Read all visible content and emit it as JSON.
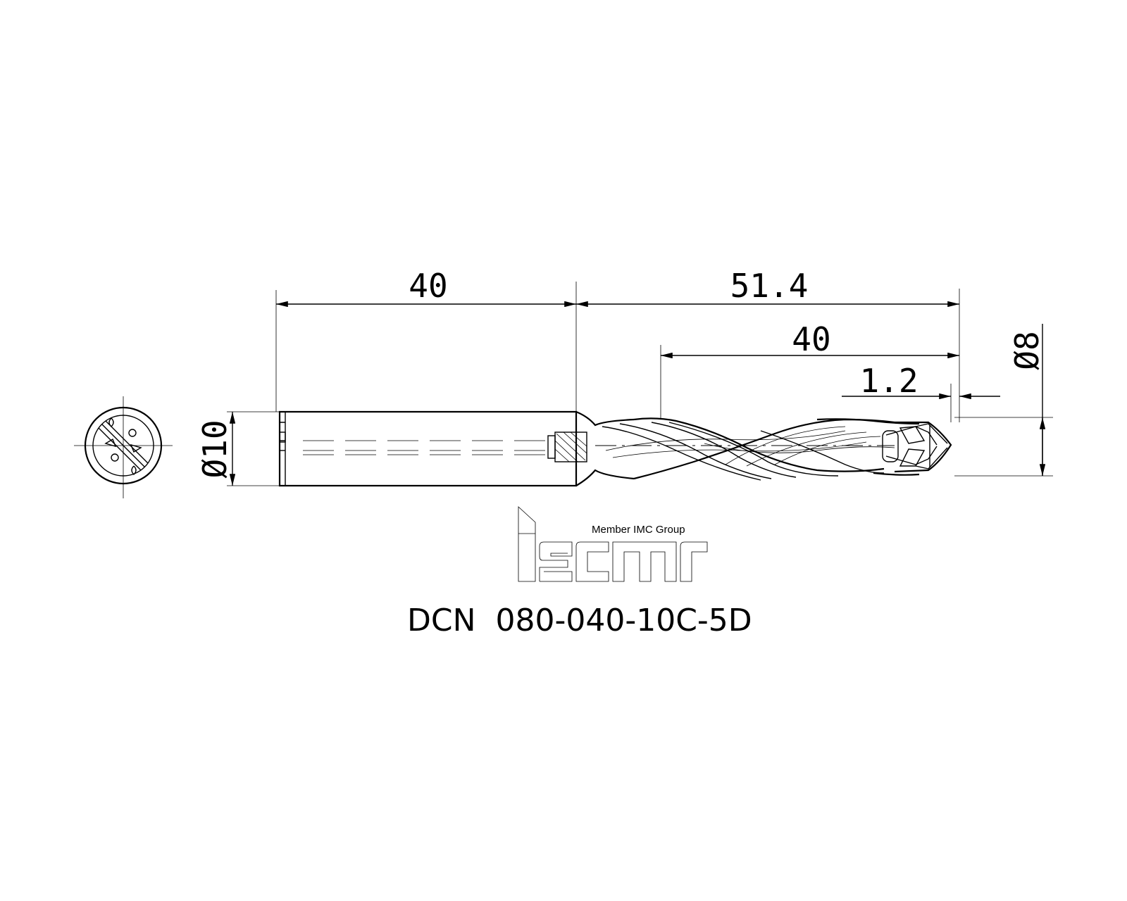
{
  "drawing": {
    "dimensions": {
      "shank_length": "40",
      "overall_body_length": "51.4",
      "flute_length": "40",
      "tip_length": "1.2",
      "shank_diameter": "Ø10",
      "drill_diameter": "Ø8"
    },
    "logo": {
      "brand": "iscar",
      "tagline": "Member IMC Group"
    },
    "part_number": "DCN  080-040-10C-5D"
  }
}
